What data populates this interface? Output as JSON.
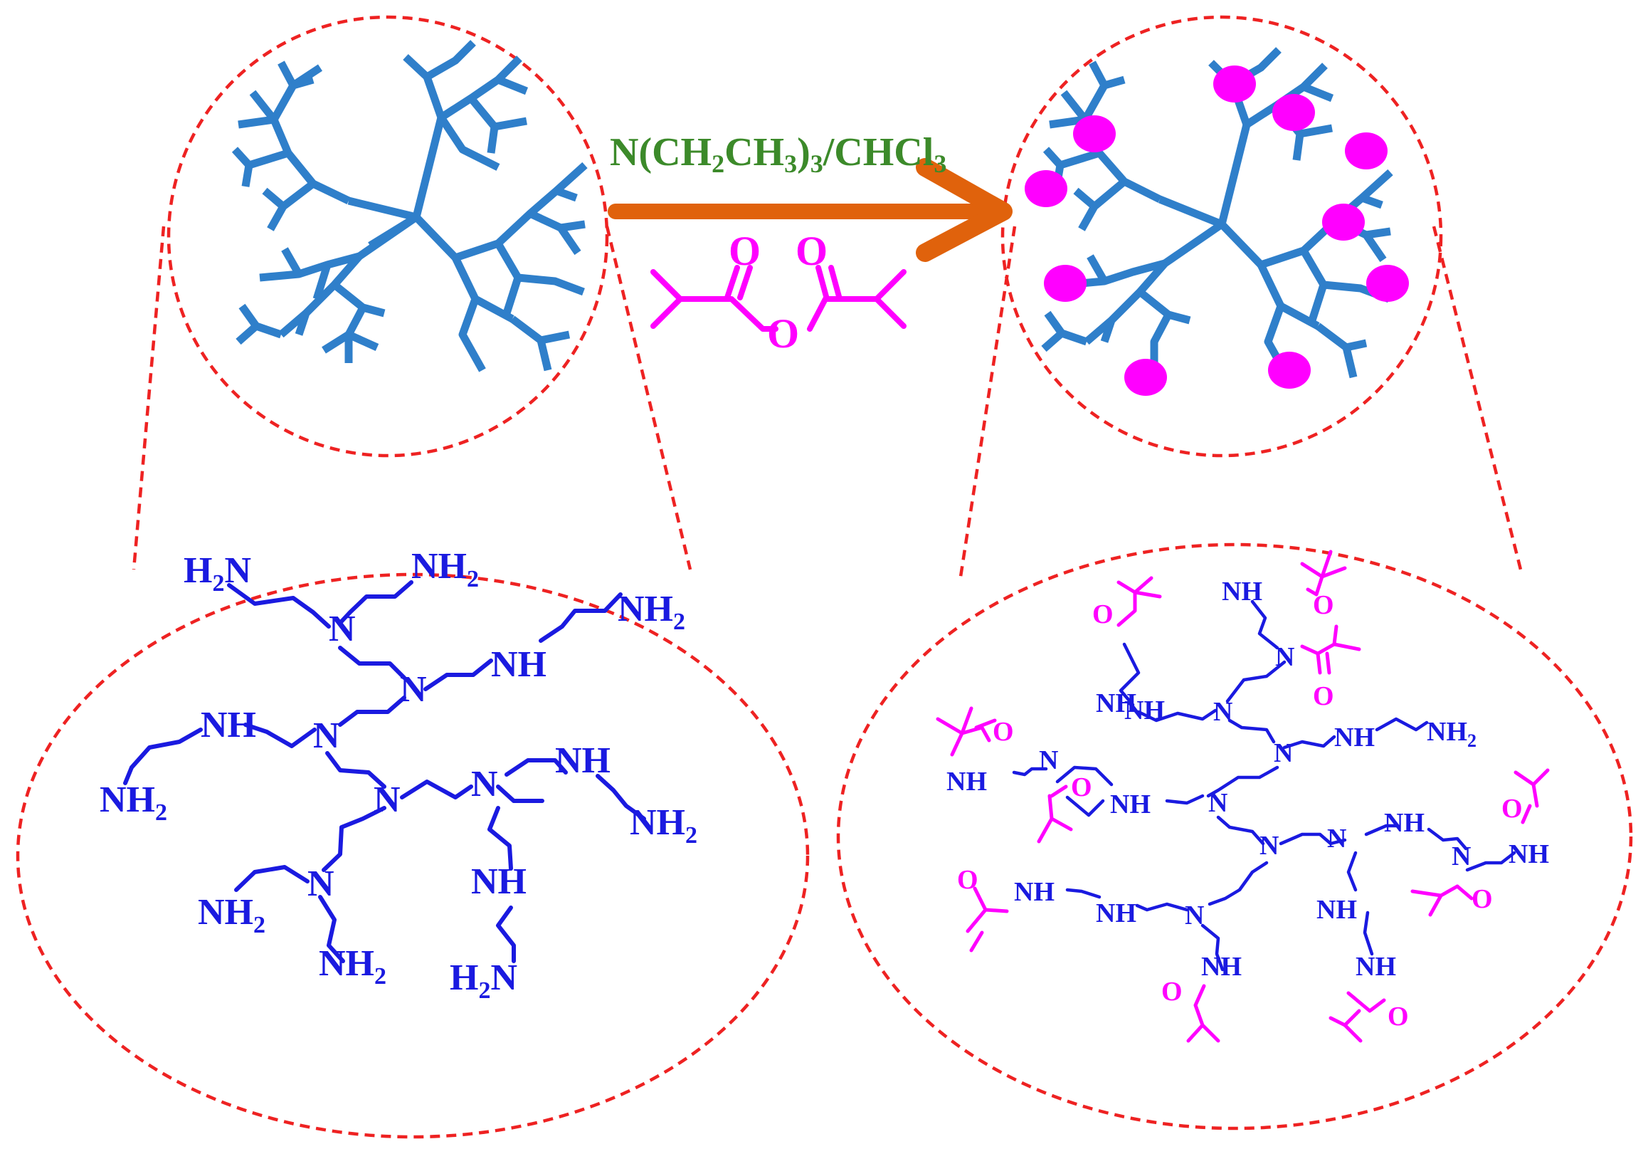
{
  "reagent": {
    "base": "N(CH",
    "sub1": "2",
    "mid": "CH",
    "sub2": "3",
    "close": ")",
    "sub3": "3",
    "solvent": "/CHCl",
    "sub4": "3"
  },
  "anhydride": {
    "o_top_left": "O",
    "o_top_right": "O",
    "o_bridge": "O"
  },
  "left_structure": {
    "amine_terminal": "NH",
    "amine_left_prefix": "H",
    "amine_left_suffix": "N",
    "sub": "2",
    "secondary": "NH",
    "tertiary": "N"
  },
  "right_structure": {
    "amine_terminal": "NH",
    "sub": "2",
    "secondary": "NH",
    "tertiary": "N",
    "carbonyl_o": "O"
  },
  "colors": {
    "dashed_outline": "#ee2222",
    "dendrimer": "#2f7fca",
    "amine_structure": "#1a1ae0",
    "methacrylate": "#ff00ff",
    "reagent_text": "#3c8a2a",
    "arrow": "#e0620c"
  }
}
